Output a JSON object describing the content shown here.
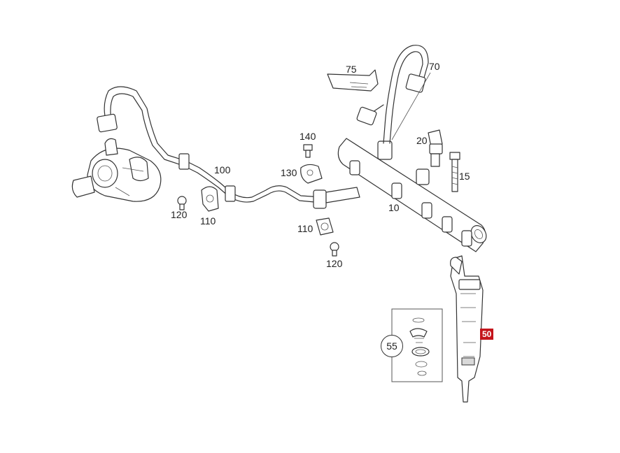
{
  "diagram": {
    "labels": {
      "p10": "10",
      "p15": "15",
      "p20": "20",
      "p50": "50",
      "p55": "55",
      "p70": "70",
      "p75": "75",
      "p100": "100",
      "p110a": "110",
      "p110b": "110",
      "p120a": "120",
      "p120b": "120",
      "p130": "130",
      "p140": "140"
    },
    "highlight_color": "#c4141b"
  }
}
